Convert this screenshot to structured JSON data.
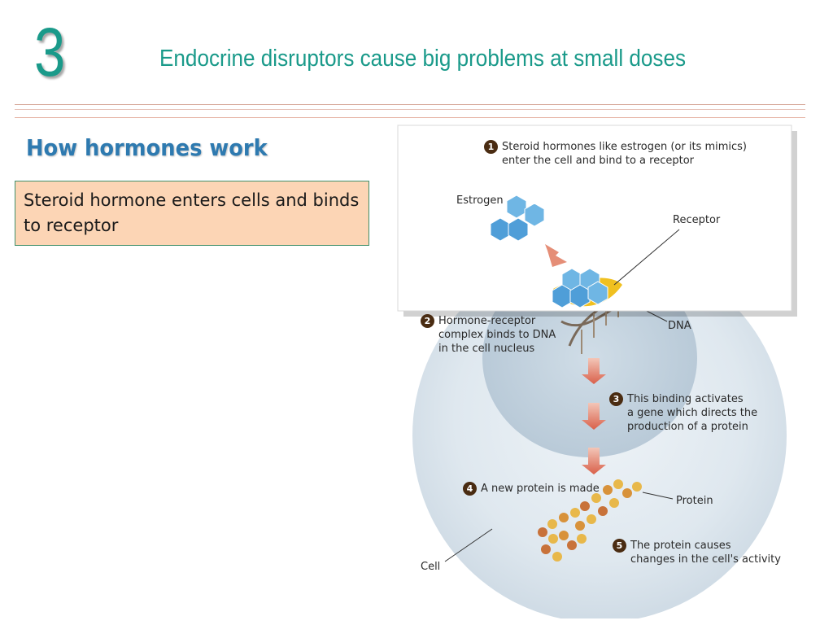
{
  "slide": {
    "number": "3",
    "title": "Endocrine disruptors cause big problems at small doses",
    "subtitle": "How hormones work",
    "callout": "Steroid hormone enters cells and binds to receptor"
  },
  "diagram": {
    "steps": [
      {
        "num": "1",
        "line1": "Steroid hormones like estrogen (or its mimics)",
        "line2": "enter the cell and bind to a receptor"
      },
      {
        "num": "2",
        "line1": "Hormone-receptor",
        "line2": "complex binds to DNA",
        "line3": "in the cell nucleus"
      },
      {
        "num": "3",
        "line1": "This binding activates",
        "line2": "a gene which directs the",
        "line3": "production of a protein"
      },
      {
        "num": "4",
        "line1": "A new protein is made"
      },
      {
        "num": "5",
        "line1": "The protein causes",
        "line2": "changes in the cell's activity"
      }
    ],
    "labels": {
      "estrogen": "Estrogen",
      "receptor": "Receptor",
      "dna": "DNA",
      "protein": "Protein",
      "cell": "Cell"
    }
  },
  "colors": {
    "accent": "#1a9a8a",
    "subtitle": "#2e7ab0",
    "callout_bg": "#fcd5b5",
    "hexagon_blue": "#6fb6e4",
    "receptor_gold": "#f0c020",
    "arrow": "#e07a5f",
    "step_badge": "#4a2c12"
  }
}
